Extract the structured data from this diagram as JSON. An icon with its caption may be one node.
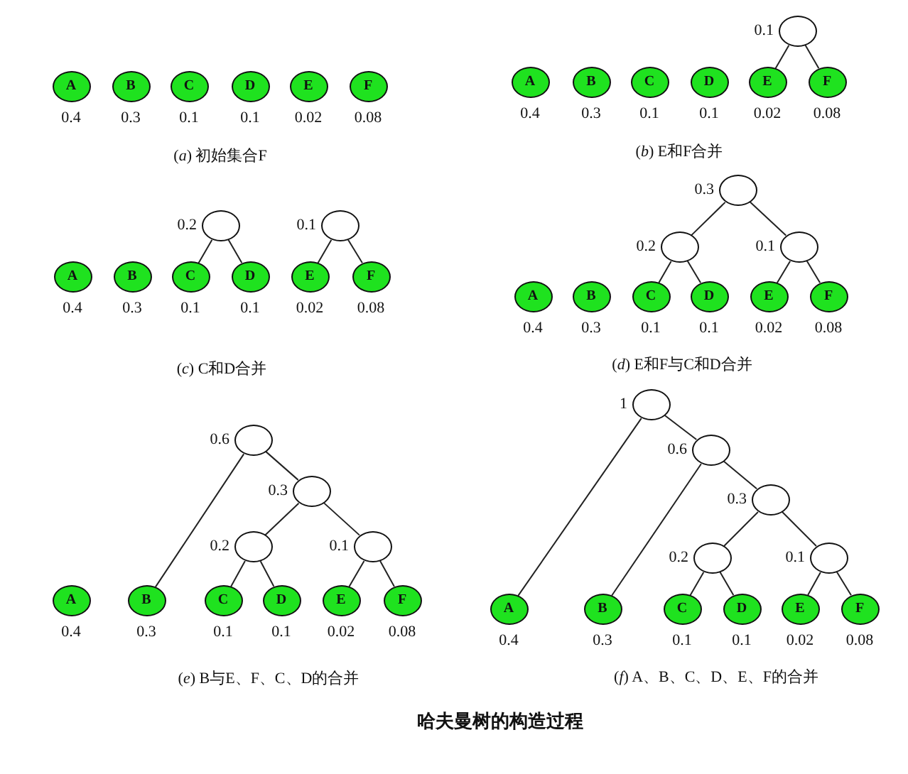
{
  "diagram": {
    "caption": "哈夫曼树的构造过程",
    "nodes": [
      {
        "text": [
          "A"
        ],
        "beside": [
          "0.4"
        ]
      },
      {
        "text": [
          "B"
        ],
        "beside": [
          "0.3"
        ]
      },
      {
        "text": [
          "C"
        ],
        "beside": [
          "0.1"
        ]
      },
      {
        "text": [
          "D"
        ],
        "beside": [
          "0.1"
        ]
      },
      {
        "text": [
          "E"
        ],
        "beside": [
          "0.02"
        ]
      },
      {
        "text": [
          "F"
        ],
        "beside": [
          "0.08"
        ]
      },
      {
        "text": [],
        "shape": "circle",
        "beside": [
          "0.1"
        ]
      },
      {
        "text": [
          "A"
        ],
        "beside": [
          "0.4"
        ]
      },
      {
        "text": [
          "B"
        ],
        "beside": [
          "0.3"
        ]
      },
      {
        "text": [
          "C"
        ],
        "beside": [
          "0.1"
        ]
      },
      {
        "text": [
          "D"
        ],
        "beside": [
          "0.1"
        ]
      },
      {
        "text": [
          "E"
        ],
        "beside": [
          "0.02"
        ]
      },
      {
        "text": [
          "F"
        ],
        "beside": [
          "0.08"
        ]
      },
      {
        "text": [],
        "shape": "circle",
        "beside": [
          "0.2"
        ]
      },
      {
        "text": [],
        "shape": "circle",
        "beside": [
          "0.1"
        ]
      },
      {
        "text": [
          "A"
        ],
        "beside": [
          "0.4"
        ]
      },
      {
        "text": [
          "B"
        ],
        "beside": [
          "0.3"
        ]
      },
      {
        "text": [
          "C"
        ],
        "beside": [
          "0.1"
        ]
      },
      {
        "text": [
          "D"
        ],
        "beside": [
          "0.1"
        ]
      },
      {
        "text": [
          "E"
        ],
        "beside": [
          "0.02"
        ]
      },
      {
        "text": [
          "F"
        ],
        "beside": [
          "0.08"
        ]
      },
      {
        "text": [],
        "shape": "circle",
        "beside": [
          "0.3"
        ]
      },
      {
        "text": [],
        "shape": "circle",
        "beside": [
          "0.2"
        ]
      },
      {
        "text": [],
        "shape": "circle",
        "beside": [
          "0.1"
        ]
      },
      {
        "text": [
          "A"
        ],
        "beside": [
          "0.4"
        ]
      },
      {
        "text": [
          "B"
        ],
        "beside": [
          "0.3"
        ]
      },
      {
        "text": [
          "C"
        ],
        "beside": [
          "0.1"
        ]
      },
      {
        "text": [
          "D"
        ],
        "beside": [
          "0.1"
        ]
      },
      {
        "text": [
          "E"
        ],
        "beside": [
          "0.02"
        ]
      },
      {
        "text": [
          "F"
        ],
        "beside": [
          "0.08"
        ]
      },
      {
        "text": [],
        "shape": "circle",
        "beside": [
          "0.6"
        ]
      },
      {
        "text": [],
        "shape": "circle",
        "beside": [
          "0.3"
        ]
      },
      {
        "text": [],
        "shape": "circle",
        "beside": [
          "0.2"
        ]
      },
      {
        "text": [],
        "shape": "circle",
        "beside": [
          "0.1"
        ]
      },
      {
        "text": [
          "A"
        ],
        "beside": [
          "0.4"
        ]
      },
      {
        "text": [
          "B"
        ],
        "beside": [
          "0.3"
        ]
      },
      {
        "text": [
          "C"
        ],
        "beside": [
          "0.1"
        ]
      },
      {
        "text": [
          "D"
        ],
        "beside": [
          "0.1"
        ]
      },
      {
        "text": [
          "E"
        ],
        "beside": [
          "0.02"
        ]
      },
      {
        "text": [
          "F"
        ],
        "beside": [
          "0.08"
        ]
      },
      {
        "text": [],
        "shape": "circle",
        "beside": [
          "1"
        ]
      },
      {
        "text": [],
        "shape": "circle",
        "beside": [
          "0.6"
        ]
      },
      {
        "text": [],
        "shape": "circle",
        "beside": [
          "0.3"
        ]
      },
      {
        "text": [],
        "shape": "circle",
        "beside": [
          "0.2"
        ]
      },
      {
        "text": [],
        "shape": "circle",
        "beside": [
          "0.1"
        ]
      },
      {
        "text": [
          "A"
        ],
        "beside": [
          "0.4"
        ]
      },
      {
        "text": [
          "B"
        ],
        "beside": [
          "0.3"
        ]
      },
      {
        "text": [
          "C"
        ],
        "beside": [
          "0.1"
        ]
      },
      {
        "text": [
          "D"
        ],
        "beside": [
          "0.1"
        ]
      },
      {
        "text": [
          "E"
        ],
        "beside": [
          "0.02"
        ]
      },
      {
        "text": [
          "F"
        ],
        "beside": [
          "0.08"
        ]
      }
    ],
    "edges": [
      {
        "from": 6,
        "to": 11,
        "arrow": "none"
      },
      {
        "from": 6,
        "to": 12,
        "arrow": "none"
      },
      {
        "from": 13,
        "to": 17,
        "arrow": "none"
      },
      {
        "from": 13,
        "to": 18,
        "arrow": "none"
      },
      {
        "from": 14,
        "to": 19,
        "arrow": "none"
      },
      {
        "from": 14,
        "to": 20,
        "arrow": "none"
      },
      {
        "from": 21,
        "to": 22,
        "arrow": "none"
      },
      {
        "from": 21,
        "to": 23,
        "arrow": "none"
      },
      {
        "from": 22,
        "to": 26,
        "arrow": "none"
      },
      {
        "from": 22,
        "to": 27,
        "arrow": "none"
      },
      {
        "from": 23,
        "to": 28,
        "arrow": "none"
      },
      {
        "from": 23,
        "to": 29,
        "arrow": "none"
      },
      {
        "from": 30,
        "to": 35,
        "arrow": "none"
      },
      {
        "from": 30,
        "to": 31,
        "arrow": "none"
      },
      {
        "from": 31,
        "to": 32,
        "arrow": "none"
      },
      {
        "from": 31,
        "to": 33,
        "arrow": "none"
      },
      {
        "from": 32,
        "to": 36,
        "arrow": "none"
      },
      {
        "from": 32,
        "to": 37,
        "arrow": "none"
      },
      {
        "from": 33,
        "to": 38,
        "arrow": "none"
      },
      {
        "from": 33,
        "to": 39,
        "arrow": "none"
      },
      {
        "from": 40,
        "to": 45,
        "arrow": "none"
      },
      {
        "from": 40,
        "to": 41,
        "arrow": "none"
      },
      {
        "from": 41,
        "to": 46,
        "arrow": "none"
      },
      {
        "from": 41,
        "to": 42,
        "arrow": "none"
      },
      {
        "from": 42,
        "to": 43,
        "arrow": "none"
      },
      {
        "from": 42,
        "to": 44,
        "arrow": "none"
      },
      {
        "from": 43,
        "to": 47,
        "arrow": "none"
      },
      {
        "from": 43,
        "to": 48,
        "arrow": "none"
      },
      {
        "from": 44,
        "to": 49,
        "arrow": "none"
      },
      {
        "from": 44,
        "to": 50,
        "arrow": "none"
      }
    ],
    "labels": [
      "(*a*) 初始集合F",
      "(*b*) E和F合并",
      "(*c*) C和D合并",
      "(*d*) E和F与C和D合并",
      "(*e*) B与E、F、C、D的合并",
      "(*f*) A、B、C、D、E、F的合并"
    ]
  }
}
